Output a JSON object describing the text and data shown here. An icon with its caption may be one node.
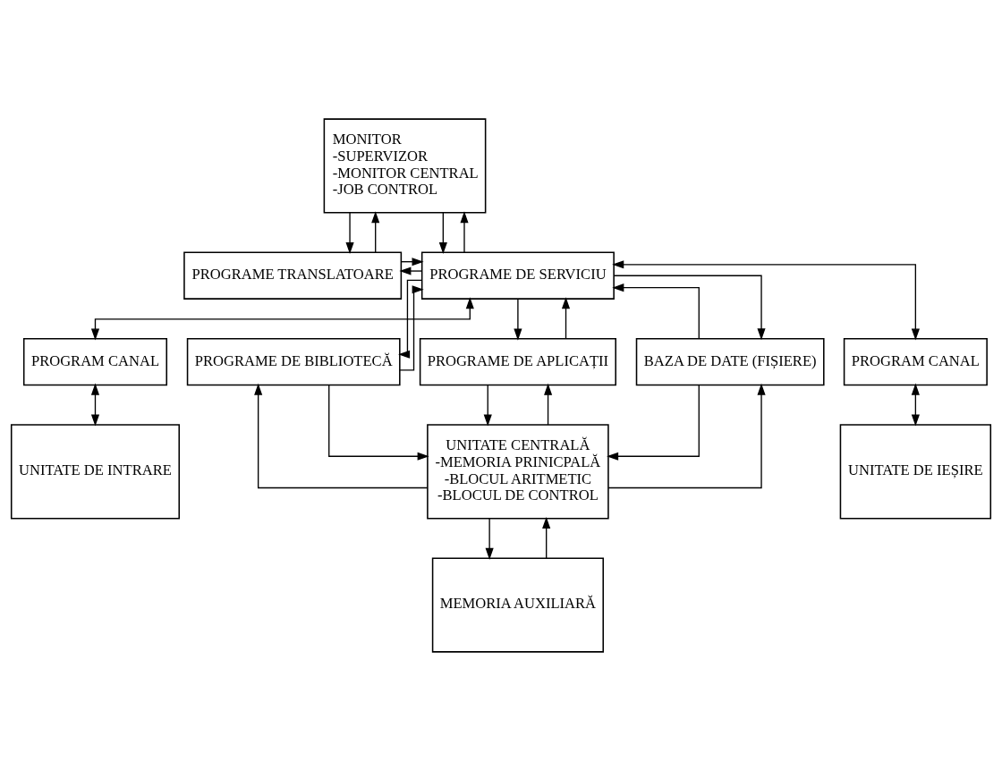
{
  "diagram": {
    "nodes": [
      {
        "text": [
          "MONITOR",
          "-SUPERVIZOR",
          "-MONITOR CENTRAL",
          "-JOB CONTROL"
        ]
      },
      {
        "text": [
          "PROGRAME TRANSLATOARE"
        ]
      },
      {
        "text": [
          "PROGRAME DE SERVICIU"
        ]
      },
      {
        "text": [
          "PROGRAM CANAL"
        ]
      },
      {
        "text": [
          "PROGRAME DE BIBLIOTECĂ"
        ]
      },
      {
        "text": [
          "PROGRAME DE APLICAȚII"
        ]
      },
      {
        "text": [
          "BAZA DE DATE (FIȘIERE)"
        ]
      },
      {
        "text": [
          "PROGRAM CANAL"
        ]
      },
      {
        "text": [
          "UNITATE DE INTRARE"
        ]
      },
      {
        "text": [
          "UNITATE CENTRALĂ",
          "-MEMORIA PRINICPALĂ",
          "-BLOCUL ARITMETIC",
          "-BLOCUL DE CONTROL"
        ]
      },
      {
        "text": [
          "UNITATE DE IEȘIRE"
        ]
      },
      {
        "text": [
          "MEMORIA AUXILIARĂ"
        ]
      }
    ],
    "edges": [
      {
        "from": 0,
        "to": 1,
        "arrow": "to"
      },
      {
        "from": 1,
        "to": 0,
        "arrow": "to"
      },
      {
        "from": 2,
        "to": 0,
        "arrow": "to"
      },
      {
        "from": 0,
        "to": 2,
        "arrow": "to"
      },
      {
        "from": 1,
        "to": 2,
        "arrow": "to"
      },
      {
        "from": 2,
        "to": 1,
        "arrow": "to"
      },
      {
        "from": 2,
        "to": 3,
        "arrow": "both"
      },
      {
        "from": 2,
        "to": 4,
        "arrow": "to"
      },
      {
        "from": 4,
        "to": 2,
        "arrow": "to"
      },
      {
        "from": 2,
        "to": 5,
        "arrow": "to"
      },
      {
        "from": 5,
        "to": 2,
        "arrow": "to"
      },
      {
        "from": 2,
        "to": 6,
        "arrow": "to"
      },
      {
        "from": 6,
        "to": 2,
        "arrow": "to"
      },
      {
        "from": 2,
        "to": 7,
        "arrow": "both"
      },
      {
        "from": 3,
        "to": 8,
        "arrow": "both"
      },
      {
        "from": 4,
        "to": 9,
        "arrow": "to"
      },
      {
        "from": 9,
        "to": 4,
        "arrow": "to"
      },
      {
        "from": 5,
        "to": 9,
        "arrow": "to"
      },
      {
        "from": 9,
        "to": 5,
        "arrow": "to"
      },
      {
        "from": 6,
        "to": 9,
        "arrow": "to"
      },
      {
        "from": 9,
        "to": 6,
        "arrow": "to"
      },
      {
        "from": 7,
        "to": 10,
        "arrow": "both"
      },
      {
        "from": 9,
        "to": 11,
        "arrow": "to"
      },
      {
        "from": 11,
        "to": 9,
        "arrow": "to"
      }
    ]
  }
}
